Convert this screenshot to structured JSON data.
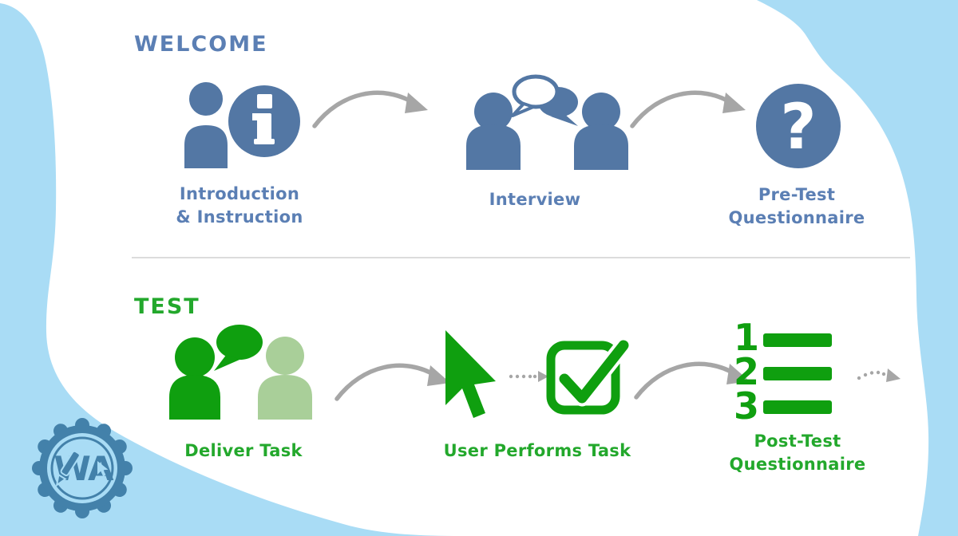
{
  "colors": {
    "background": "#a9dcf5",
    "panel": "#ffffff",
    "blue_icon": "#5377a4",
    "blue_text": "#5b7fb4",
    "green_icon": "#0f9f0f",
    "green_light": "#a9cf99",
    "green_text": "#23a82c",
    "arrow_gray": "#a6a6a6",
    "divider": "#dcdcdc",
    "badge_blue": "#4381aa"
  },
  "welcome": {
    "heading": "WELCOME",
    "steps": [
      {
        "name": "introduction-instruction",
        "icon": "person-info-icon",
        "lines": [
          "Introduction",
          "& Instruction"
        ]
      },
      {
        "name": "interview",
        "icon": "people-conversation-icon",
        "lines": [
          "Interview"
        ]
      },
      {
        "name": "pre-test-questionnaire",
        "icon": "question-mark-circle-icon",
        "lines": [
          "Pre-Test",
          "Questionnaire"
        ]
      }
    ]
  },
  "test": {
    "heading": "TEST",
    "steps": [
      {
        "name": "deliver-task",
        "icon": "moderator-speaking-to-user-icon",
        "lines": [
          "Deliver Task"
        ]
      },
      {
        "name": "user-performs-task",
        "icon": "cursor-and-checkbox-icon",
        "lines": [
          "User Performs Task"
        ]
      },
      {
        "name": "post-test-questionnaire",
        "icon": "numbered-list-icon",
        "lines": [
          "Post-Test",
          "Questionnaire"
        ]
      }
    ]
  },
  "icons": {
    "question_mark": "?",
    "list_numbers": [
      "1",
      "2",
      "3"
    ]
  },
  "badge": {
    "text": "WA"
  }
}
